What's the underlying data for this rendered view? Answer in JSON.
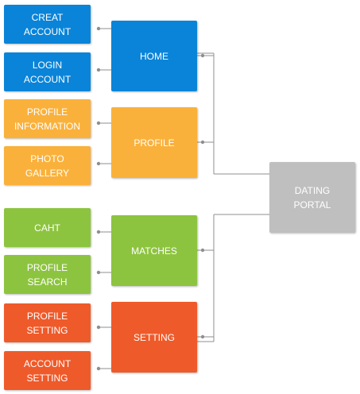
{
  "diagram": {
    "colors": {
      "home": "#0a84d8",
      "profile": "#fab13b",
      "matches": "#8dc43f",
      "setting": "#ef5a2a",
      "portal": "#bfbfbf",
      "connector": "#8f8f8f"
    },
    "root": {
      "label": "DATING\nPORTAL"
    },
    "groups": [
      {
        "label": "HOME",
        "children": [
          "CREAT ACCOUNT",
          "LOGIN ACCOUNT"
        ]
      },
      {
        "label": "PROFILE",
        "children": [
          "PROFILE\nINFORMATION",
          "PHOTO\nGALLERY"
        ]
      },
      {
        "label": "MATCHES",
        "children": [
          "CAHT",
          "PROFILE\nSEARCH"
        ]
      },
      {
        "label": "SETTING",
        "children": [
          "PROFILE\nSETTING",
          "ACCOUNT\nSETTING"
        ]
      }
    ]
  }
}
